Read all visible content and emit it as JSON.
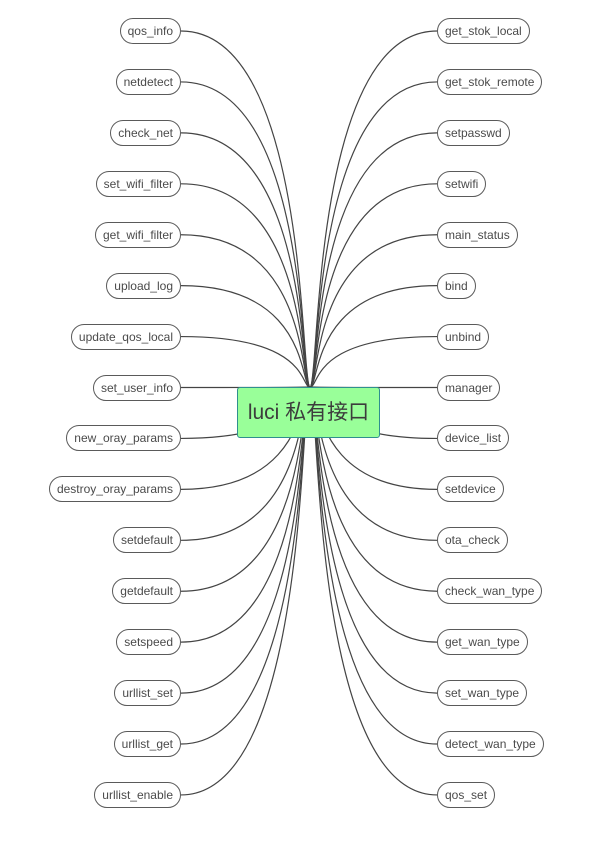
{
  "root": {
    "label": "luci 私有接口"
  },
  "colors": {
    "root_fill": "#99ff99",
    "root_border": "#2f8f8f",
    "line": "#444444",
    "node_border": "#5a5a5a",
    "text": "#4a4a4a"
  },
  "left_branches": [
    "qos_info",
    "netdetect",
    "check_net",
    "set_wifi_filter",
    "get_wifi_filter",
    "upload_log",
    "update_qos_local",
    "set_user_info",
    "new_oray_params",
    "destroy_oray_params",
    "setdefault",
    "getdefault",
    "setspeed",
    "urllist_set",
    "urllist_get",
    "urllist_enable"
  ],
  "right_branches": [
    "get_stok_local",
    "get_stok_remote",
    "setpasswd",
    "setwifi",
    "main_status",
    "bind",
    "unbind",
    "manager",
    "device_list",
    "setdevice",
    "ota_check",
    "check_wan_type",
    "get_wan_type",
    "set_wan_type",
    "detect_wan_type",
    "qos_set"
  ]
}
